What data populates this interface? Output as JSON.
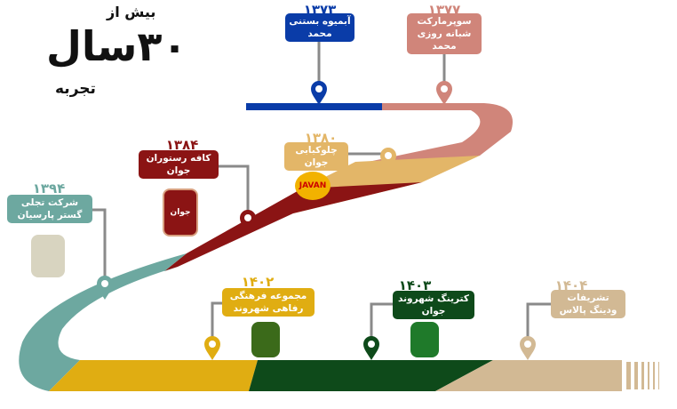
{
  "hero": {
    "prefix": "بیش از",
    "number": "۳۰سال",
    "suffix": "تجربه"
  },
  "milestones": [
    {
      "year": "۱۳۷۳",
      "title": "آبمیوه بستنی محمد",
      "color": "#0a3ca8"
    },
    {
      "year": "۱۳۷۷",
      "title": "سوپرمارکت شبانه روزی محمد",
      "color": "#d0857a"
    },
    {
      "year": "۱۳۸۰",
      "title": "چلوکبابی جوان",
      "color": "#e3b668"
    },
    {
      "year": "۱۳۸۴",
      "title": "کافه رستوران جوان",
      "color": "#8b1414"
    },
    {
      "year": "۱۳۹۴",
      "title": "شرکت تجلی گستر پارسیان",
      "color": "#6da8a0"
    },
    {
      "year": "۱۴۰۲",
      "title": "مجموعه فرهنگی رفاهی شهروند",
      "color": "#e0ad12"
    },
    {
      "year": "۱۴۰۳",
      "title": "کترینگ شهروند جوان",
      "color": "#0e4a1a"
    },
    {
      "year": "۱۴۰۴",
      "title": "تشریفات ودینگ پالاس",
      "color": "#d2b994"
    }
  ],
  "logos": {
    "restaurant": "جوان",
    "chelokababi": "JAVAN"
  }
}
